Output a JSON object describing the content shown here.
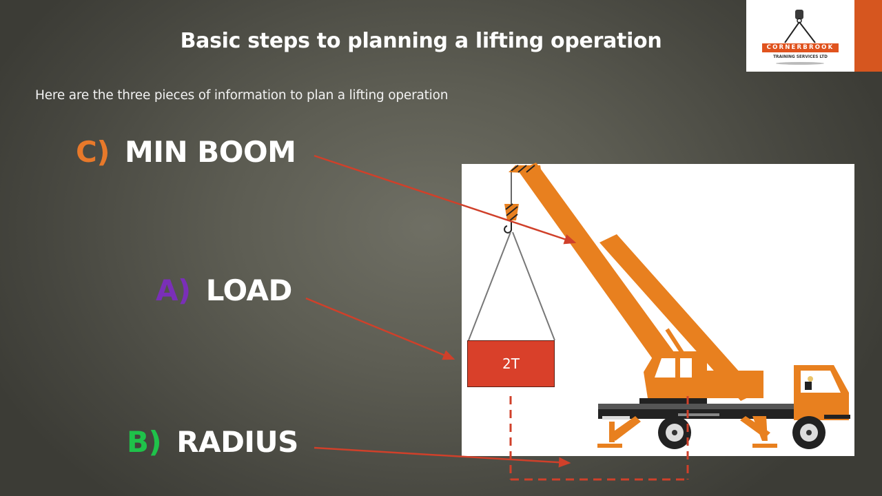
{
  "slide": {
    "title": "Basic steps to planning a lifting operation",
    "subtitle": "Here are the three pieces of information to plan a lifting operation"
  },
  "logo": {
    "name": "CORNERBROOK",
    "tagline": "TRAINING SERVICES LTD",
    "accent_color": "#e0531e"
  },
  "labels": [
    {
      "letter": "C)",
      "text": "MIN BOOM",
      "letter_color": "#e8792a"
    },
    {
      "letter": "A)",
      "text": "LOAD",
      "letter_color": "#7a2fb8"
    },
    {
      "letter": "B)",
      "text": "RADIUS",
      "letter_color": "#1fc24a"
    }
  ],
  "diagram": {
    "load_label": "2T",
    "crane_color": "#e8801f",
    "arrow_color": "#d0402a",
    "radius_line_color": "#d0402a"
  }
}
